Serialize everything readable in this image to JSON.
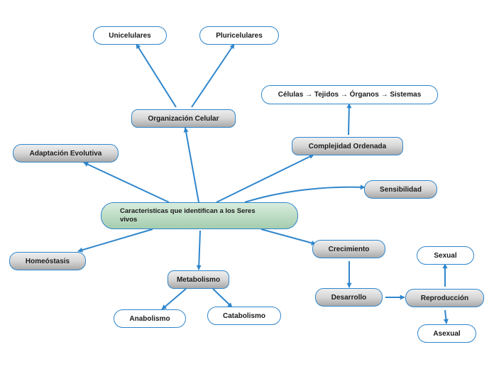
{
  "nodes": {
    "unicelulares": "Unicelulares",
    "pluricelulares": "Pluricelulares",
    "organizacion": "Organización Celular",
    "celulas": "Células → Tejidos → Órganos → Sistemas",
    "complejidad": "Complejidad Ordenada",
    "adaptacion": "Adaptación Evolutiva",
    "sensibilidad": "Sensibilidad",
    "central": "Caracteristicas que identifican a los Seres vivos",
    "homeostasis": "Homeóstasis",
    "crecimiento": "Crecimiento",
    "metabolismo": "Metabolismo",
    "sexual": "Sexual",
    "anabolismo": "Anabolismo",
    "catabolismo": "Catabolismo",
    "desarrollo": "Desarrollo",
    "reproduccion": "Reproducción",
    "asexual": "Asexual"
  },
  "colors": {
    "line": "#2f86cc",
    "node_border": "#2f86cc",
    "central_fill": "#bcdcc3",
    "gray_fill": "#c8c8c8"
  }
}
